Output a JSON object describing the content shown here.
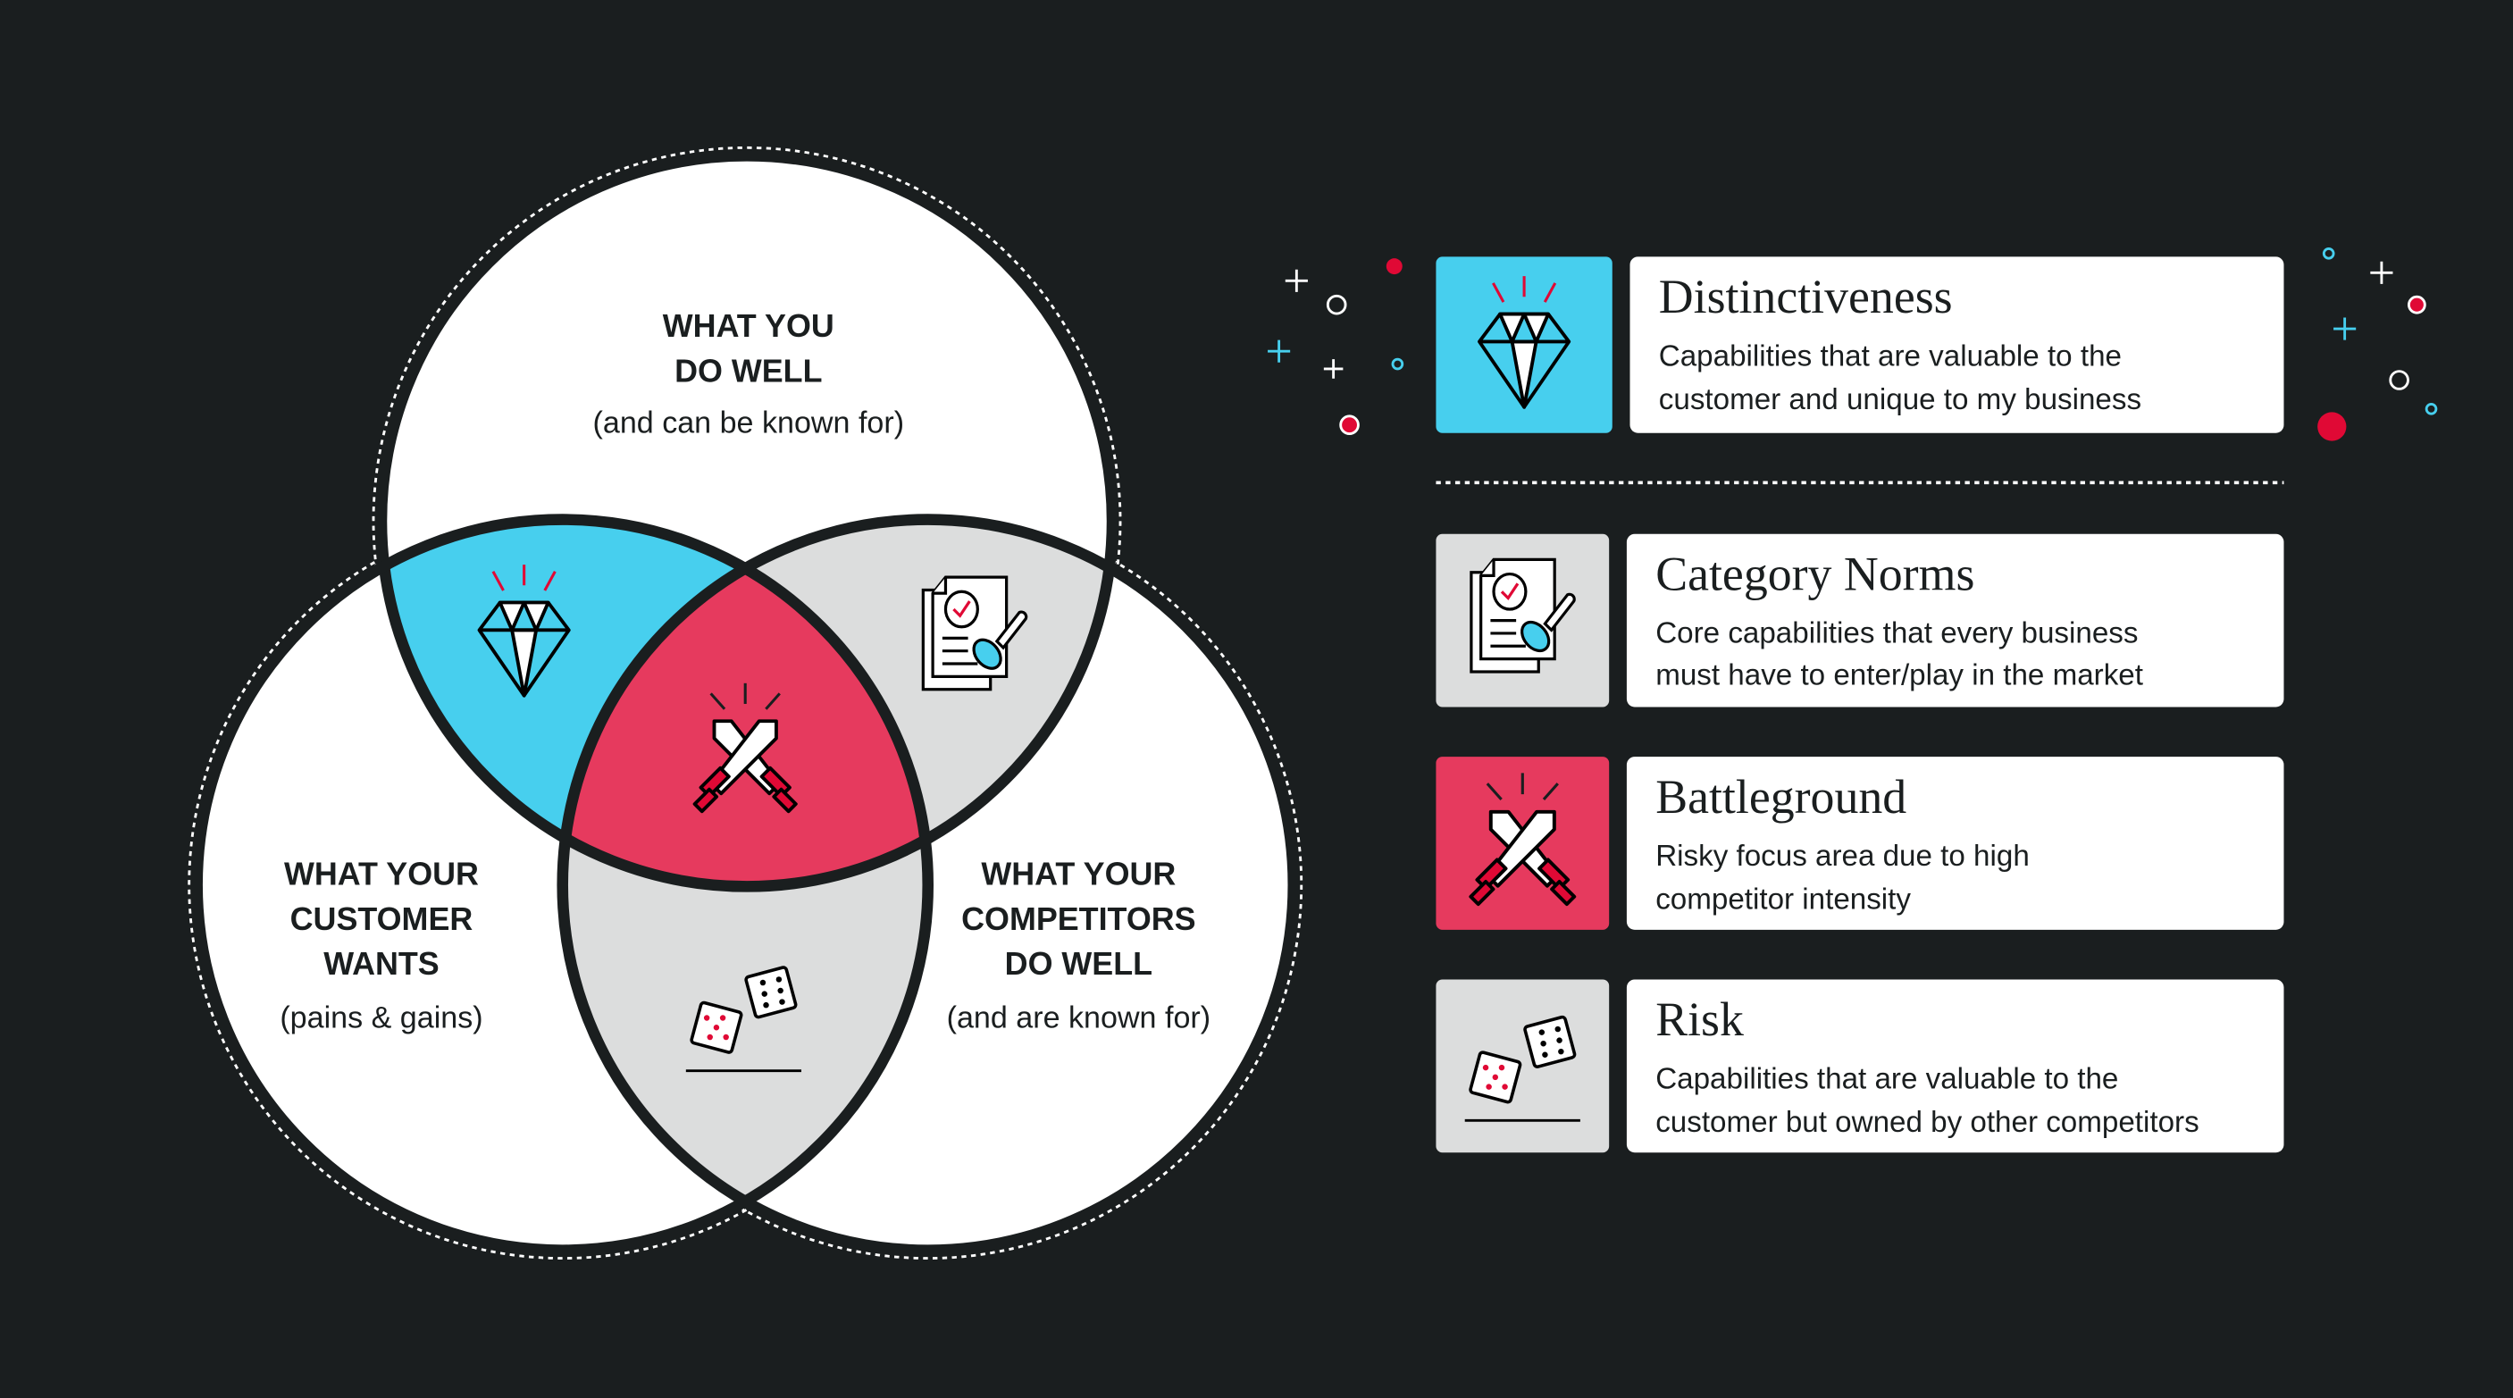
{
  "colors": {
    "background": "#1a1e1f",
    "cyan": "#47cfee",
    "red": "#e63a5e",
    "gray": "#dcdddd",
    "white": "#ffffff",
    "crimson": "#e00935"
  },
  "venn": {
    "top": {
      "line1": "WHAT YOU",
      "line2": "DO WELL",
      "sub": "(and can be known for)"
    },
    "left": {
      "line1": "WHAT YOUR",
      "line2": "CUSTOMER",
      "line3": "WANTS",
      "sub": "(pains & gains)"
    },
    "right": {
      "line1": "WHAT YOUR",
      "line2": "COMPETITORS",
      "line3": "DO WELL",
      "sub": "(and are known for)"
    }
  },
  "legend": [
    {
      "title": "Distinctiveness",
      "line1": "Capabilities that are valuable to the",
      "line2": "customer and unique to my business",
      "icon": "diamond-icon"
    },
    {
      "title": "Category Norms",
      "line1": "Core capabilities that every business",
      "line2": "must have to enter/play in the market",
      "icon": "document-stamp-icon"
    },
    {
      "title": "Battleground",
      "line1": "Risky focus area due to high",
      "line2": "competitor intensity",
      "icon": "crossed-swords-icon"
    },
    {
      "title": "Risk",
      "line1": "Capabilities that are valuable to the",
      "line2": "customer but owned by other competitors",
      "icon": "dice-icon"
    }
  ]
}
